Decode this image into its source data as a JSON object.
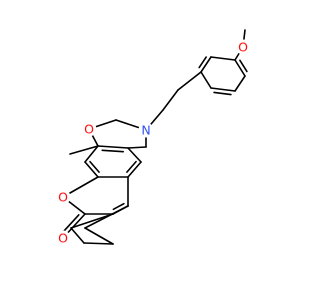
{
  "molecule": {
    "atoms": [
      {
        "id": "O_ring1",
        "label": "O",
        "color": "#ff0d0d"
      },
      {
        "id": "N_ring",
        "label": "N",
        "color": "#3050f8"
      },
      {
        "id": "O_lactone",
        "label": "O",
        "color": "#ff0d0d"
      },
      {
        "id": "O_carbonyl",
        "label": "O",
        "color": "#ff0d0d"
      },
      {
        "id": "O_methoxy",
        "label": "O",
        "color": "#ff0d0d"
      }
    ],
    "bond_color": "#000000"
  }
}
